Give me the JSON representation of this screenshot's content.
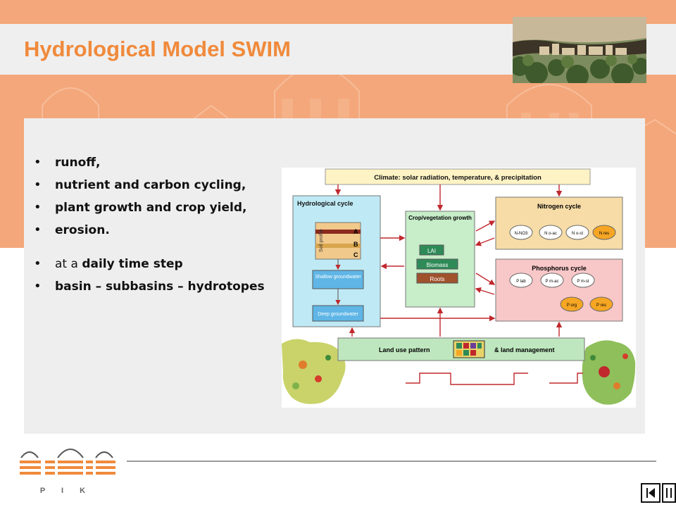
{
  "slide": {
    "title": "Hydrological Model SWIM",
    "bullets_group1": [
      {
        "text": "runoff,"
      },
      {
        "text": "nutrient and carbon cycling,"
      },
      {
        "text": "plant growth and crop yield,"
      },
      {
        "text": "erosion."
      }
    ],
    "bullets_group2": [
      {
        "prefix": "at a ",
        "bold": "daily time step"
      },
      {
        "text": "basin – subbasins – hydrotopes"
      }
    ]
  },
  "diagram": {
    "climate": "Climate: solar radiation, temperature, & precipitation",
    "hydro_title": "Hydrological cycle",
    "soil_label": "Soil profile",
    "layer_a": "A",
    "layer_b": "B",
    "layer_c": "C",
    "shallow_gw": "Shallow groundwater",
    "deep_gw": "Deep groundwater",
    "crop_title": "Crop/vegetation growth",
    "lai": "LAI",
    "biomass": "Biomass",
    "roots": "Roots",
    "nitrogen_title": "Nitrogen cycle",
    "n_no3": "N-NO3",
    "n_ac": "N o-ac",
    "n_st": "N o-st",
    "n_res": "N res",
    "phosphorus_title": "Phosphorus cycle",
    "p_lab": "P lab",
    "p_mac": "P m-ac",
    "p_mst": "P m-st",
    "p_org": "P org",
    "p_res": "P res",
    "land_use": "Land use pattern",
    "land_mgmt": "& land management"
  },
  "logo": {
    "letters": "P I K"
  },
  "colors": {
    "accent_orange": "#f08a3c",
    "band": "#f4a77a",
    "panel": "#eeeeee"
  },
  "nav": {
    "first_icon": "first-slide-icon",
    "last_icon": "last-slide-icon"
  }
}
